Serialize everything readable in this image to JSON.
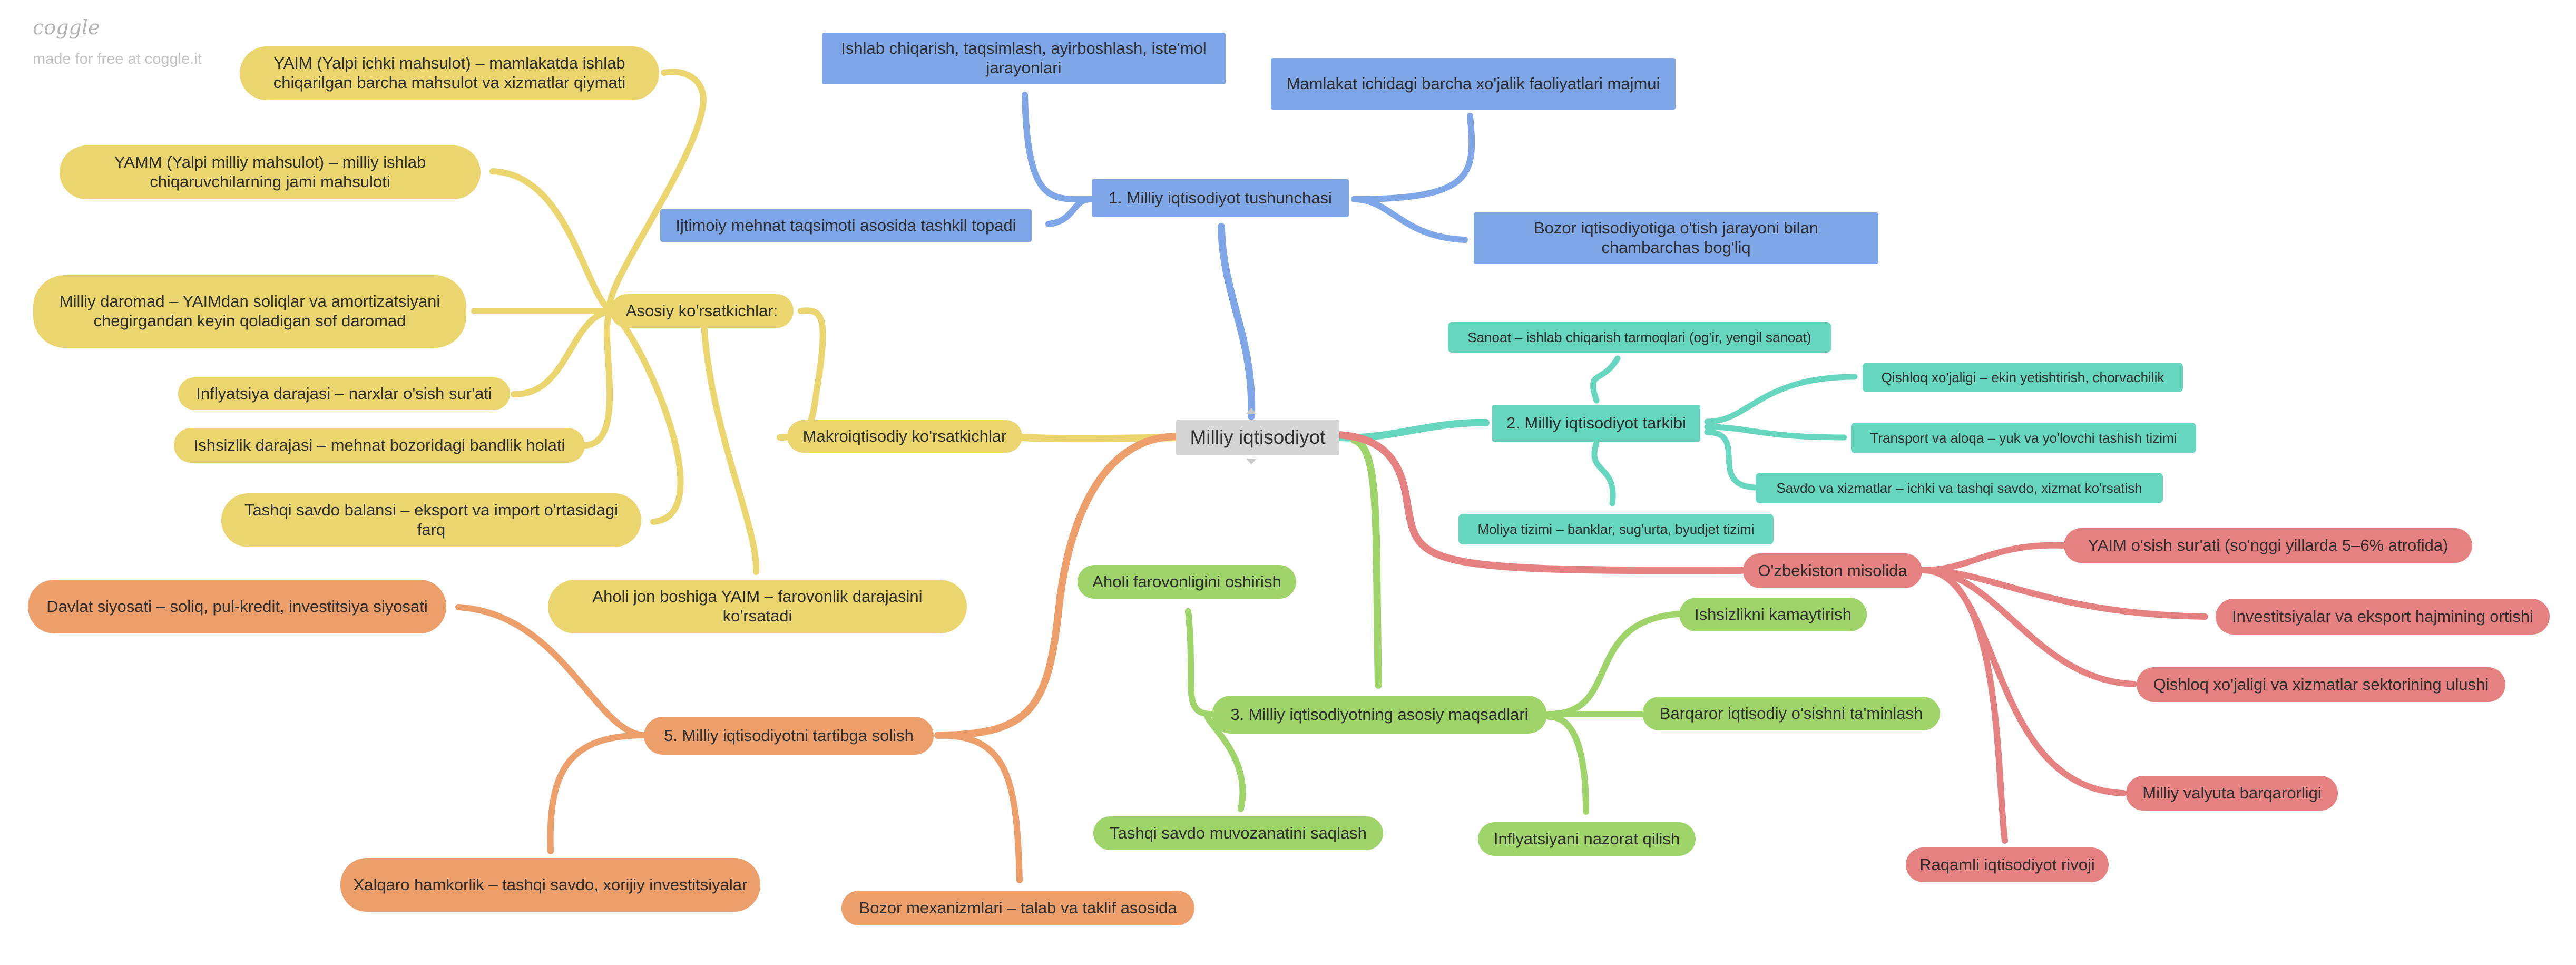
{
  "brand": {
    "logo": "coggle",
    "tagline": "made for free at coggle.it"
  },
  "colors": {
    "blue": "#7fa6e6",
    "teal": "#67d6bf",
    "yellow": "#ebd56e",
    "green": "#9fd46b",
    "orange": "#ec9f6b",
    "red": "#e68181",
    "center": "#d5d5d5"
  },
  "center": {
    "label": "Milliy iqtisodiyot"
  },
  "blue": {
    "main": "1. Milliy iqtisodiyot tushunchasi",
    "c1": "Ishlab chiqarish, taqsimlash, ayirboshlash, iste'mol jarayonlari",
    "c2": "Mamlakat ichidagi barcha xo'jalik faoliyatlari majmui",
    "c3": "Ijtimoiy mehnat taqsimoti asosida tashkil topadi",
    "c4": "Bozor iqtisodiyotiga o'tish jarayoni bilan chambarchas bog'liq"
  },
  "teal": {
    "main": "2. Milliy iqtisodiyot tarkibi",
    "c1": "Sanoat – ishlab chiqarish tarmoqlari (og'ir, yengil sanoat)",
    "c2": "Qishloq xo'jaligi – ekin yetishtirish, chorvachilik",
    "c3": "Transport va aloqa – yuk va yo'lovchi tashish tizimi",
    "c4": "Savdo va xizmatlar – ichki va tashqi savdo, xizmat ko'rsatish",
    "c5": "Moliya tizimi – banklar, sug'urta, byudjet tizimi"
  },
  "yellow": {
    "main": "Makroiqtisodiy ko'rsatkichlar",
    "sub": "Asosiy ko'rsatkichlar:",
    "c1": "YAIM (Yalpi ichki mahsulot) – mamlakatda ishlab chiqarilgan barcha mahsulot va xizmatlar qiymati",
    "c2": "YAMM (Yalpi milliy mahsulot) – milliy ishlab chiqaruvchilarning jami mahsuloti",
    "c3": "Milliy daromad – YAIMdan soliqlar va amortizatsiyani chegirgandan keyin qoladigan sof daromad",
    "c4": "Inflyatsiya darajasi – narxlar o'sish sur'ati",
    "c5": "Ishsizlik darajasi – mehnat bozoridagi bandlik holati",
    "c6": "Tashqi savdo balansi – eksport va import o'rtasidagi farq",
    "c7": "Aholi jon boshiga YAIM – farovonlik darajasini ko'rsatadi"
  },
  "green": {
    "main": "3. Milliy iqtisodiyotning asosiy maqsadlari",
    "c1": "Aholi farovonligini oshirish",
    "c2": "Tashqi savdo muvozanatini saqlash",
    "c3": "Ishsizlikni kamaytirish",
    "c4": "Barqaror iqtisodiy o'sishni ta'minlash",
    "c5": "Inflyatsiyani nazorat qilish"
  },
  "orange": {
    "main": "5. Milliy iqtisodiyotni tartibga solish",
    "c1": "Davlat siyosati – soliq, pul-kredit, investitsiya siyosati",
    "c2": "Xalqaro hamkorlik – tashqi savdo, xorijiy investitsiyalar",
    "c3": "Bozor mexanizmlari – talab va taklif asosida"
  },
  "red": {
    "main": "O'zbekiston misolida",
    "c1": "YAIM o'sish sur'ati (so'nggi yillarda 5–6% atrofida)",
    "c2": "Investitsiyalar va eksport hajmining ortishi",
    "c3": "Qishloq xo'jaligi va xizmatlar sektorining ulushi",
    "c4": "Milliy valyuta barqarorligi",
    "c5": "Raqamli iqtisodiyot rivoji"
  }
}
